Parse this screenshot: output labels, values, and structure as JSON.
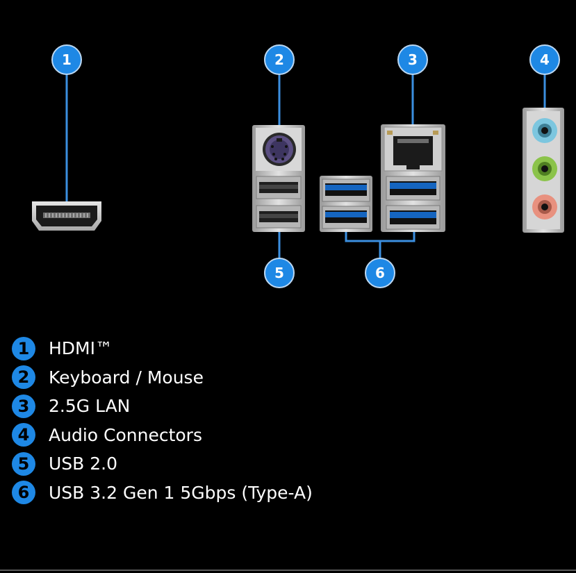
{
  "colors": {
    "background": "#000000",
    "callout_blue": "#1e88e5",
    "connector_line": "#3b8fe0",
    "usb3_blue": "#1565c0",
    "audio_blue": "#7cc6df",
    "audio_green": "#8bc34a",
    "audio_pink": "#e8917f",
    "panel_silver": "#c9c9c9",
    "ps2_purple": "#5b4f82"
  },
  "callouts": [
    "1",
    "2",
    "3",
    "4",
    "5",
    "6"
  ],
  "legend": [
    {
      "number": "1",
      "label": "HDMI™"
    },
    {
      "number": "2",
      "label": "Keyboard / Mouse"
    },
    {
      "number": "3",
      "label": "2.5G LAN"
    },
    {
      "number": "4",
      "label": "Audio Connectors"
    },
    {
      "number": "5",
      "label": "USB 2.0"
    },
    {
      "number": "6",
      "label": "USB 3.2 Gen 1 5Gbps (Type-A)"
    }
  ]
}
